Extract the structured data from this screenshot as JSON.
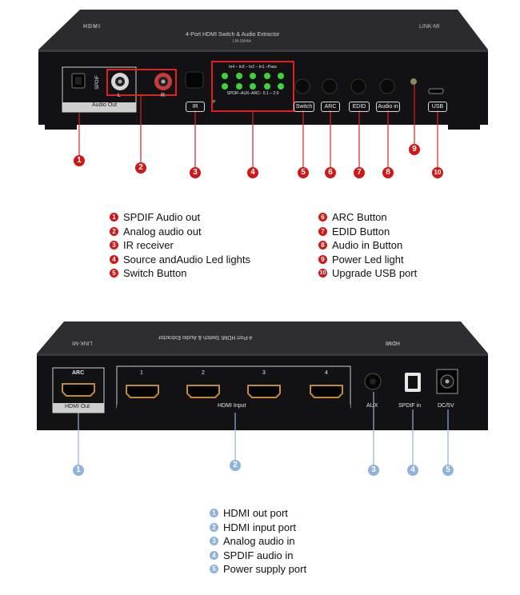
{
  "front": {
    "brand_left": "HDMI",
    "brand_right": "LINK-MI",
    "product_title": "4-Port HDMI Switch & Audio Extractor",
    "product_subtitle": "LM-SW4A",
    "audio_out_label": "Audio Out",
    "spdif_label": "SPDIF",
    "left_label": "L",
    "right_label": "R",
    "ir_label": "IR",
    "led_top_labels": "In4 – In3 – In2 – In1 –Pass",
    "led_bottom_labels": "SPDIF–AUX–ARC– 5.1 – 2.0",
    "led_tiny": "P",
    "switch_label": "Switch",
    "arc_label": "ARC",
    "edid_label": "EDID",
    "audio_in_label": "Audio in",
    "usb_label": "USB",
    "led_color": "#3fd13f",
    "callout_color": "#d01818"
  },
  "front_callouts": [
    "1",
    "2",
    "3",
    "4",
    "5",
    "6",
    "7",
    "8",
    "9",
    "10"
  ],
  "front_legend_left": [
    {
      "num": "1",
      "text": "SPDIF Audio out"
    },
    {
      "num": "2",
      "text": "Analog audio out"
    },
    {
      "num": "3",
      "text": "IR receiver"
    },
    {
      "num": "4",
      "text": "Source andAudio Led lights"
    },
    {
      "num": "5",
      "text": "Switch Button"
    }
  ],
  "front_legend_right": [
    {
      "num": "6",
      "text": "ARC Button"
    },
    {
      "num": "7",
      "text": "EDID Button"
    },
    {
      "num": "8",
      "text": "Audio in Button"
    },
    {
      "num": "9",
      "text": "Power Led light"
    },
    {
      "num": "10",
      "text": "Upgrade USB port"
    }
  ],
  "back": {
    "arc_label": "ARC",
    "hdmi_out_label": "HDMI Out",
    "input_numbers": [
      "1",
      "2",
      "3",
      "4"
    ],
    "hdmi_input_label": "HDMI Input",
    "aux_label": "AUX",
    "spdif_in_label": "SPDIF in",
    "dc_label": "DC/5V",
    "callout_color": "#8fb2de"
  },
  "back_callouts": [
    "1",
    "2",
    "3",
    "4",
    "5"
  ],
  "back_legend": [
    {
      "num": "1",
      "text": "HDMI out port"
    },
    {
      "num": "2",
      "text": "HDMI input port"
    },
    {
      "num": "3",
      "text": "Analog audio in"
    },
    {
      "num": "4",
      "text": "SPDIF audio in"
    },
    {
      "num": "5",
      "text": "Power supply port"
    }
  ]
}
